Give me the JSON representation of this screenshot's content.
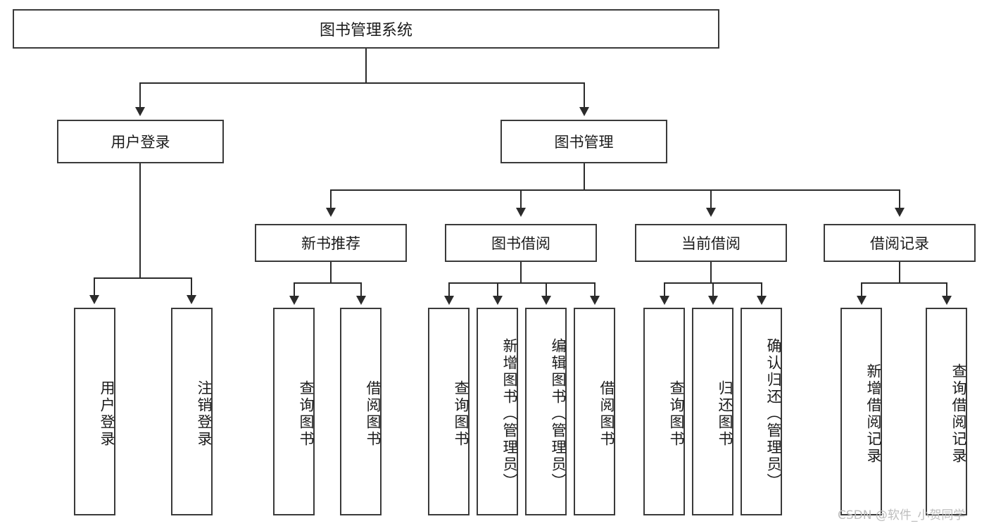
{
  "diagram": {
    "title": "图书管理系统",
    "root": {
      "id": "root",
      "label": "图书管理系统"
    },
    "level2": [
      {
        "id": "user-login",
        "label": "用户登录"
      },
      {
        "id": "book-management",
        "label": "图书管理"
      }
    ],
    "level3": [
      {
        "id": "new-book-recommend",
        "label": "新书推荐"
      },
      {
        "id": "book-borrow",
        "label": "图书借阅"
      },
      {
        "id": "current-borrow",
        "label": "当前借阅"
      },
      {
        "id": "borrow-record",
        "label": "借阅记录"
      }
    ],
    "leaves": [
      {
        "id": "leaf-user-login",
        "label": "用户登录",
        "parent": "user-login"
      },
      {
        "id": "leaf-logout",
        "label": "注销登录",
        "parent": "user-login"
      },
      {
        "id": "leaf-query-book-1",
        "label": "查询图书",
        "parent": "new-book-recommend"
      },
      {
        "id": "leaf-borrow-book-1",
        "label": "借阅图书",
        "parent": "new-book-recommend"
      },
      {
        "id": "leaf-query-book-2",
        "label": "查询图书",
        "parent": "book-borrow"
      },
      {
        "id": "leaf-add-book",
        "label": "新增图书（管理员）",
        "parent": "book-borrow"
      },
      {
        "id": "leaf-edit-book",
        "label": "编辑图书（管理员）",
        "parent": "book-borrow"
      },
      {
        "id": "leaf-borrow-book-2",
        "label": "借阅图书",
        "parent": "book-borrow"
      },
      {
        "id": "leaf-query-book-3",
        "label": "查询图书",
        "parent": "current-borrow"
      },
      {
        "id": "leaf-return-book",
        "label": "归还图书",
        "parent": "current-borrow"
      },
      {
        "id": "leaf-confirm-return",
        "label": "确认归还（管理员）",
        "parent": "current-borrow"
      },
      {
        "id": "leaf-add-record",
        "label": "新增借阅记录",
        "parent": "borrow-record"
      },
      {
        "id": "leaf-query-record",
        "label": "查询借阅记录",
        "parent": "borrow-record"
      }
    ]
  },
  "watermark": {
    "text": "CSDN @软件_小贺同学"
  },
  "colors": {
    "stroke": "#3a3a3a",
    "edge": "#2b2b2b",
    "text": "#1b1b1b",
    "background": "#ffffff",
    "watermark": "#bdbdbd"
  }
}
